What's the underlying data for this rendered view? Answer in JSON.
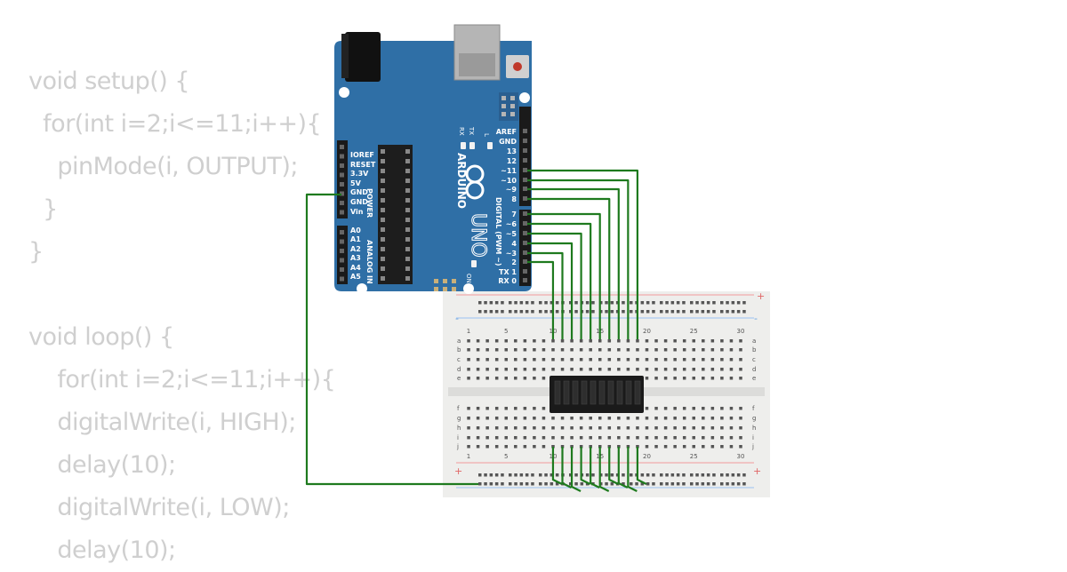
{
  "code": {
    "lines": [
      "void setup() {",
      "  for(int i=2;i<=11;i++){",
      "    pinMode(i, OUTPUT);",
      "  }",
      "}",
      "",
      "void loop() {",
      "    for(int i=2;i<=11;i++){",
      "    digitalWrite(i, HIGH);",
      "    delay(10);",
      "    digitalWrite(i, LOW);",
      "    delay(10);"
    ]
  },
  "arduino": {
    "logo": "ARDUINO",
    "model": "UNO",
    "on_label": "ON",
    "l_label": "L",
    "tx_label": "TX",
    "rx_label": "RX",
    "power_title": "POWER",
    "analog_title": "ANALOG IN",
    "digital_title": "DIGITAL (PWM ~)",
    "power_pins": [
      "IOREF",
      "RESET",
      "3.3V",
      "5V",
      "GND",
      "GND",
      "Vin"
    ],
    "analog_pins": [
      "A0",
      "A1",
      "A2",
      "A3",
      "A4",
      "A5"
    ],
    "digital_pins": [
      "AREF",
      "GND",
      "13",
      "12",
      "~11",
      "~10",
      "~9",
      "8",
      "7",
      "~6",
      "~5",
      "4",
      "~3",
      "2",
      "TX 1",
      "RX 0"
    ]
  },
  "breadboard": {
    "column_numbers": [
      "1",
      "5",
      "10",
      "15",
      "20",
      "25",
      "30"
    ],
    "top_rows": [
      "a",
      "b",
      "c",
      "d",
      "e"
    ],
    "bottom_rows": [
      "f",
      "g",
      "h",
      "i",
      "j"
    ],
    "plus": "+",
    "minus": "-"
  },
  "colors": {
    "board": "#2f6fa6",
    "wire": "#1e7a1e",
    "code_text": "#cfcfcf",
    "breadboard": "#eeeeec",
    "led_bar": "#1a1a1a"
  }
}
